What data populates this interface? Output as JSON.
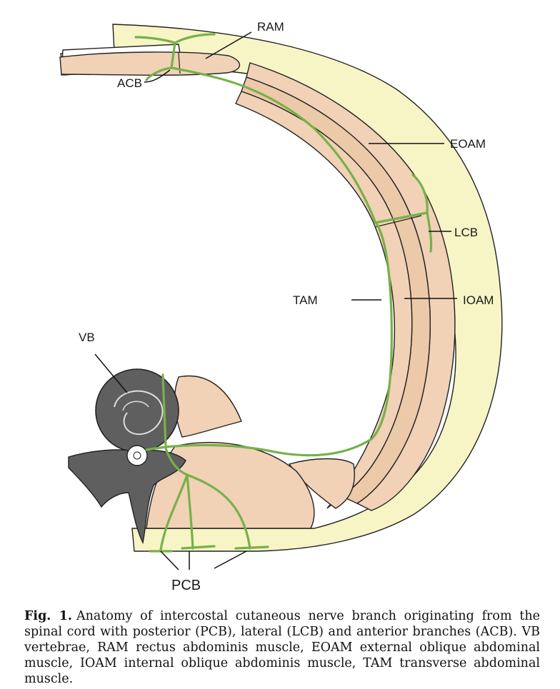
{
  "labels": {
    "ram": "RAM",
    "acb": "ACB",
    "eoam": "EOAM",
    "lcb": "LCB",
    "tam": "TAM",
    "ioam": "IOAM",
    "vb": "VB",
    "pcb": "PCB"
  },
  "caption": {
    "fig_label": "Fig. 1.",
    "text": "Anatomy of intercostal cutaneous nerve branch originating from the spinal cord with posterior (PCB), lateral (LCB) and anterior branches (ACB). VB vertebrae, RAM rectus abdominis muscle, EOAM external oblique abdominal muscle, IOAM internal oblique abdominis muscle, TAM transverse abdominal muscle."
  },
  "colors": {
    "skin": "#f7f5c6",
    "muscle": "#f1d2b6",
    "nerve": "#77b04a",
    "bone": "#5f5f5f"
  }
}
